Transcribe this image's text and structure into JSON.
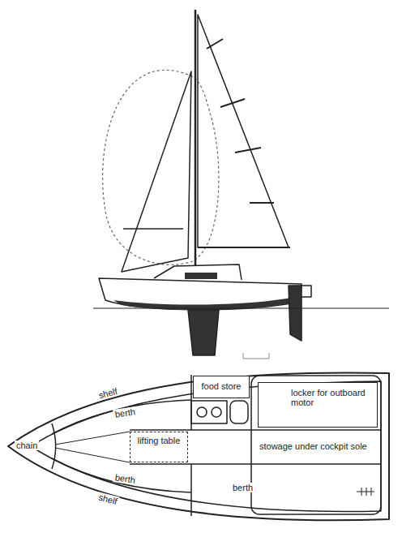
{
  "diagram": {
    "nodes": [
      {
        "text": [
          "food store"
        ]
      },
      {
        "text": [
          "locker for outboard motor"
        ]
      },
      {
        "text": [
          "lifting table"
        ]
      }
    ],
    "labels": [
      "chain",
      "shelf",
      "berth",
      "berth",
      "shelf",
      "berth",
      "stowage under cockpit sole"
    ]
  }
}
